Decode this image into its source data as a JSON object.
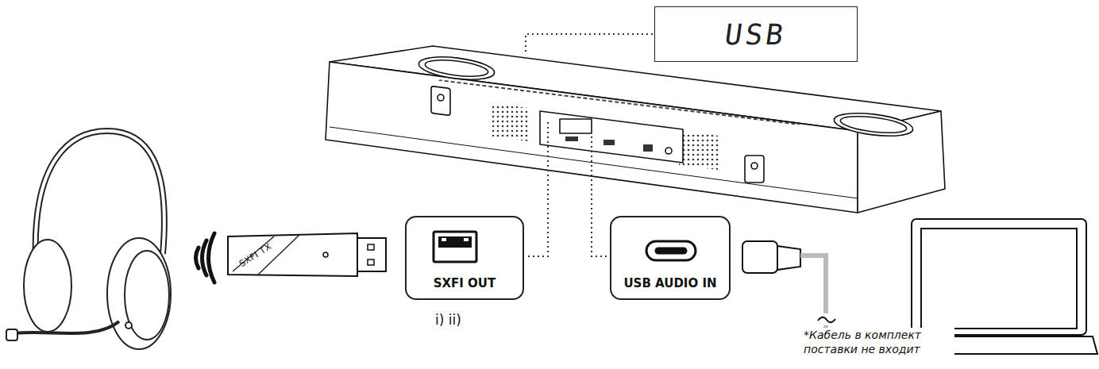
{
  "diagram": {
    "nodes": [
      {
        "text": [
          "USB"
        ]
      },
      {
        "text": [
          "SXFI TX"
        ]
      },
      {
        "text": [
          "SXFI OUT"
        ]
      },
      {
        "text": [
          "USB AUDIO IN"
        ]
      }
    ],
    "labels": [
      "i) ii)",
      "*Кабель в комплект поставки не входит"
    ]
  }
}
